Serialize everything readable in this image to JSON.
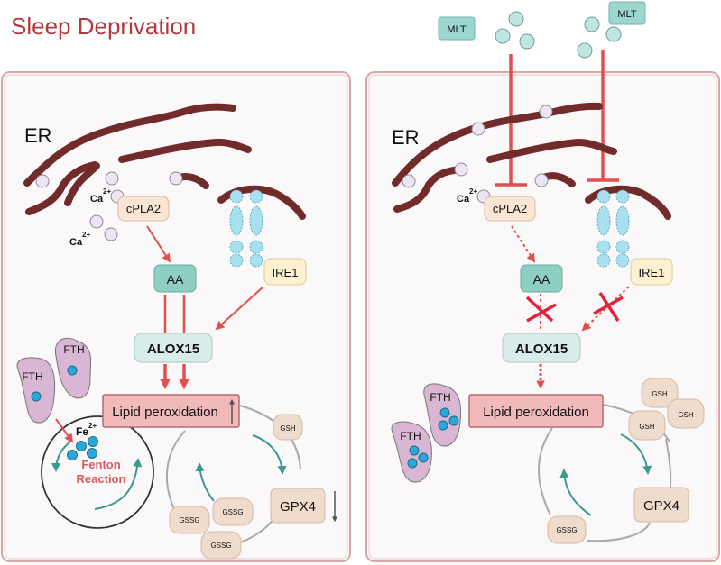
{
  "title": "Sleep Deprivation",
  "colors": {
    "title": "#b23a3e",
    "panel_border": "#d9a7a7",
    "panel_fill": "#fbf8f9",
    "er": "#722b2b",
    "arrow_red": "#e0504e",
    "teal_arrow": "#3a9a92",
    "gray_cycle": "#a9a9a9",
    "lipid_fill": "#f2b9bb",
    "lipid_border": "#b36a6c",
    "aa_fill": "#8fcfc2",
    "alox_fill": "#d9ecea",
    "cpla2_fill": "#fbe6d6",
    "ire1_fill": "#fdf1cf",
    "gsh_fill": "#f0dccd",
    "fth_fill": "#d9b6d4",
    "iron_fill": "#2aa8d8",
    "ire1_receptor": "#a9e0ef",
    "mlt_fill": "#9bd6cf",
    "ca_ion": "#ece6f2"
  },
  "left_panel": {
    "name": "sleep-deprivation",
    "er_label": "ER",
    "ca_labels": [
      "Ca",
      "Ca"
    ],
    "ca_superscript": "2+",
    "cpla2": "cPLA2",
    "aa": "AA",
    "ire1": "IRE1",
    "alox15": "ALOX15",
    "lipid": "Lipid peroxidation",
    "lipid_trend": "up",
    "gpx4": "GPX4",
    "gpx4_trend": "down",
    "fth": [
      "FTH",
      "FTH"
    ],
    "fe_label": "Fe",
    "fe_superscript": "2+",
    "fenton": [
      "Fenton",
      "Reaction"
    ],
    "gsh": [
      "GSH"
    ],
    "gssg": [
      "GSSG",
      "GSSG",
      "GSSG"
    ]
  },
  "right_panel": {
    "name": "melatonin-treatment",
    "er_label": "ER",
    "ca_label": "Ca",
    "ca_superscript": "2+",
    "mlt": [
      "MLT",
      "MLT"
    ],
    "cpla2": "cPLA2",
    "aa": "AA",
    "ire1": "IRE1",
    "alox15": "ALOX15",
    "lipid": "Lipid peroxidation",
    "gpx4": "GPX4",
    "fth": [
      "FTH",
      "FTH"
    ],
    "gsh": [
      "GSH",
      "GSH",
      "GSH"
    ],
    "gssg": [
      "GSSG"
    ],
    "blocked": [
      "AA-to-ALOX15",
      "IRE1-to-ALOX15"
    ]
  }
}
